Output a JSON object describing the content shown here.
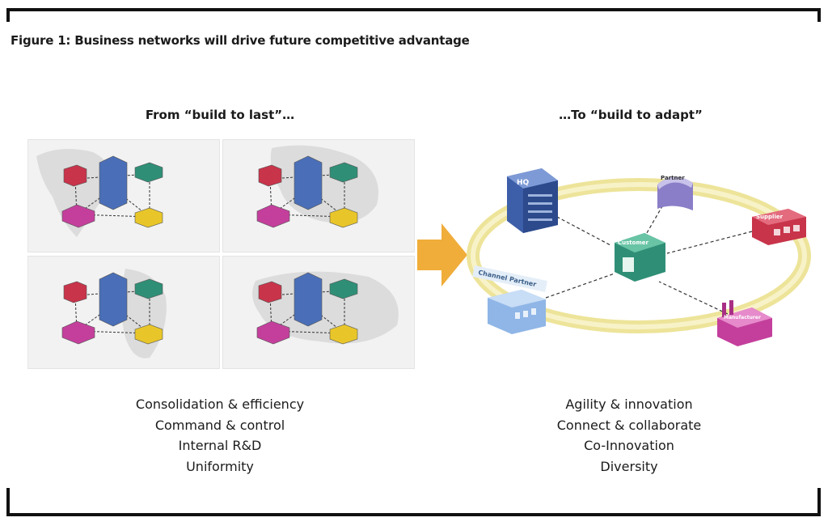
{
  "figure": {
    "title": "Figure 1: Business networks will drive future competitive advantage"
  },
  "left_panel": {
    "heading": "From “build to last”…",
    "captions": [
      "Consolidation & efficiency",
      "Command & control",
      "Internal R&D",
      "Uniformity"
    ]
  },
  "right_panel": {
    "heading": "…To “build to adapt”",
    "captions": [
      "Agility & innovation",
      "Connect & collaborate",
      "Co-Innovation",
      "Diversity"
    ],
    "node_labels": {
      "hq": "HQ",
      "partner": "Partner",
      "supplier": "Supplier",
      "customer": "Customer",
      "channel_partner": "Channel Partner",
      "manufacturer": "Manufacturer"
    }
  },
  "colors": {
    "ring": "#f3e9a3",
    "arrow": "#f0ad3a",
    "hq_blue": "#4a6fb8",
    "warehouse_red": "#c8344a",
    "factory_magenta": "#c43f9c",
    "store_green": "#2f8f76",
    "depot_yellow": "#e8c62a"
  }
}
